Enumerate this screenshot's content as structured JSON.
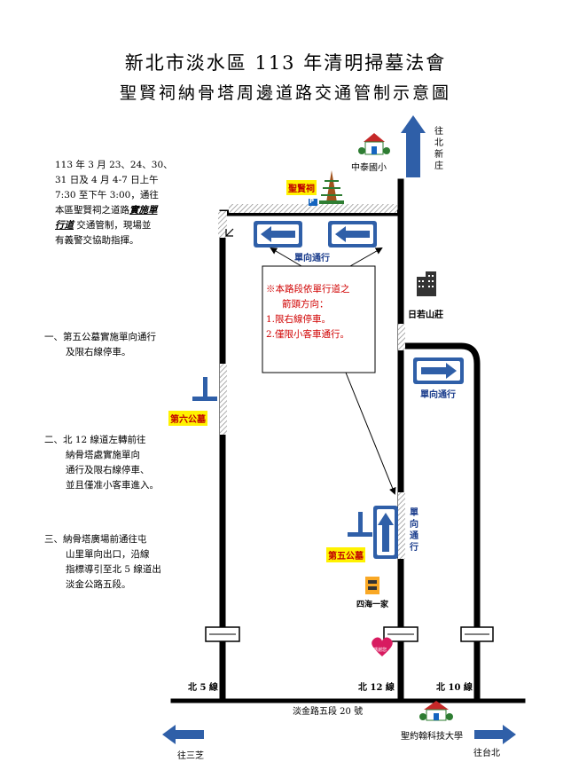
{
  "title": {
    "line1": "新北市淡水區 113 年清明掃墓法會",
    "line2": "聖賢祠納骨塔周邊道路交通管制示意圖"
  },
  "notice": {
    "line1": "113 年 3 月 23、24、30、",
    "line2": "31 日及 4 月 4-7 日上午",
    "line3": "7:30 至下午 3:00，通往",
    "line4_pre": "本區聖賢祠之道路",
    "line4_em": "實施單",
    "line5_em": "行道",
    "line5_post": "交通管制，現場並",
    "line6": "有義警交協助指揮。"
  },
  "rules": {
    "r1_l1": "一、第五公墓實施單向通行",
    "r1_l2": "及限右線停車。",
    "r2_l1": "二、北 12 線道左轉前往",
    "r2_l2": "納骨塔處實施單向",
    "r2_l3": "通行及限右線停車、",
    "r2_l4": "並且僅准小客車進入。",
    "r3_l1": "三、納骨塔廣場前通往屯",
    "r3_l2": "山里單向出口，沿線",
    "r3_l3": "指標導引至北 5 線道出",
    "r3_l4": "淡金公路五段。"
  },
  "callout": {
    "l1": "※本路段依單行道之",
    "l2": "箭頭方向：",
    "l3": "1.限右線停車。",
    "l4": "2.僅限小客車通行。"
  },
  "map": {
    "to_beixinzhuang": "往北新庄",
    "zhongtai_school": "中泰國小",
    "shengxian_ci": "聖賢祠",
    "parking": "P",
    "oneway_top": "單向通行",
    "oneway_right": "單向通行",
    "oneway_vertical": "單向通行",
    "rirushanzhuang": "日若山莊",
    "cemetery6": "第六公墓",
    "cemetery5": "第五公墓",
    "sihai_yijia": "四海一家",
    "road_bei5": "北 5 線",
    "road_bei12": "北 12 線",
    "road_bei10": "北 10 線",
    "danjin_road": "淡金路五段 20 號",
    "st_john_univ": "聖約翰科技大學",
    "to_sanzhi": "往三芝",
    "to_taipei": "往台北",
    "heart_text": "感謝您"
  },
  "colors": {
    "arrow_blue": "#2f5fa8",
    "label_blue": "#1a3c8c",
    "callout_red": "#d00000",
    "tag_yellow": "#fff200"
  }
}
